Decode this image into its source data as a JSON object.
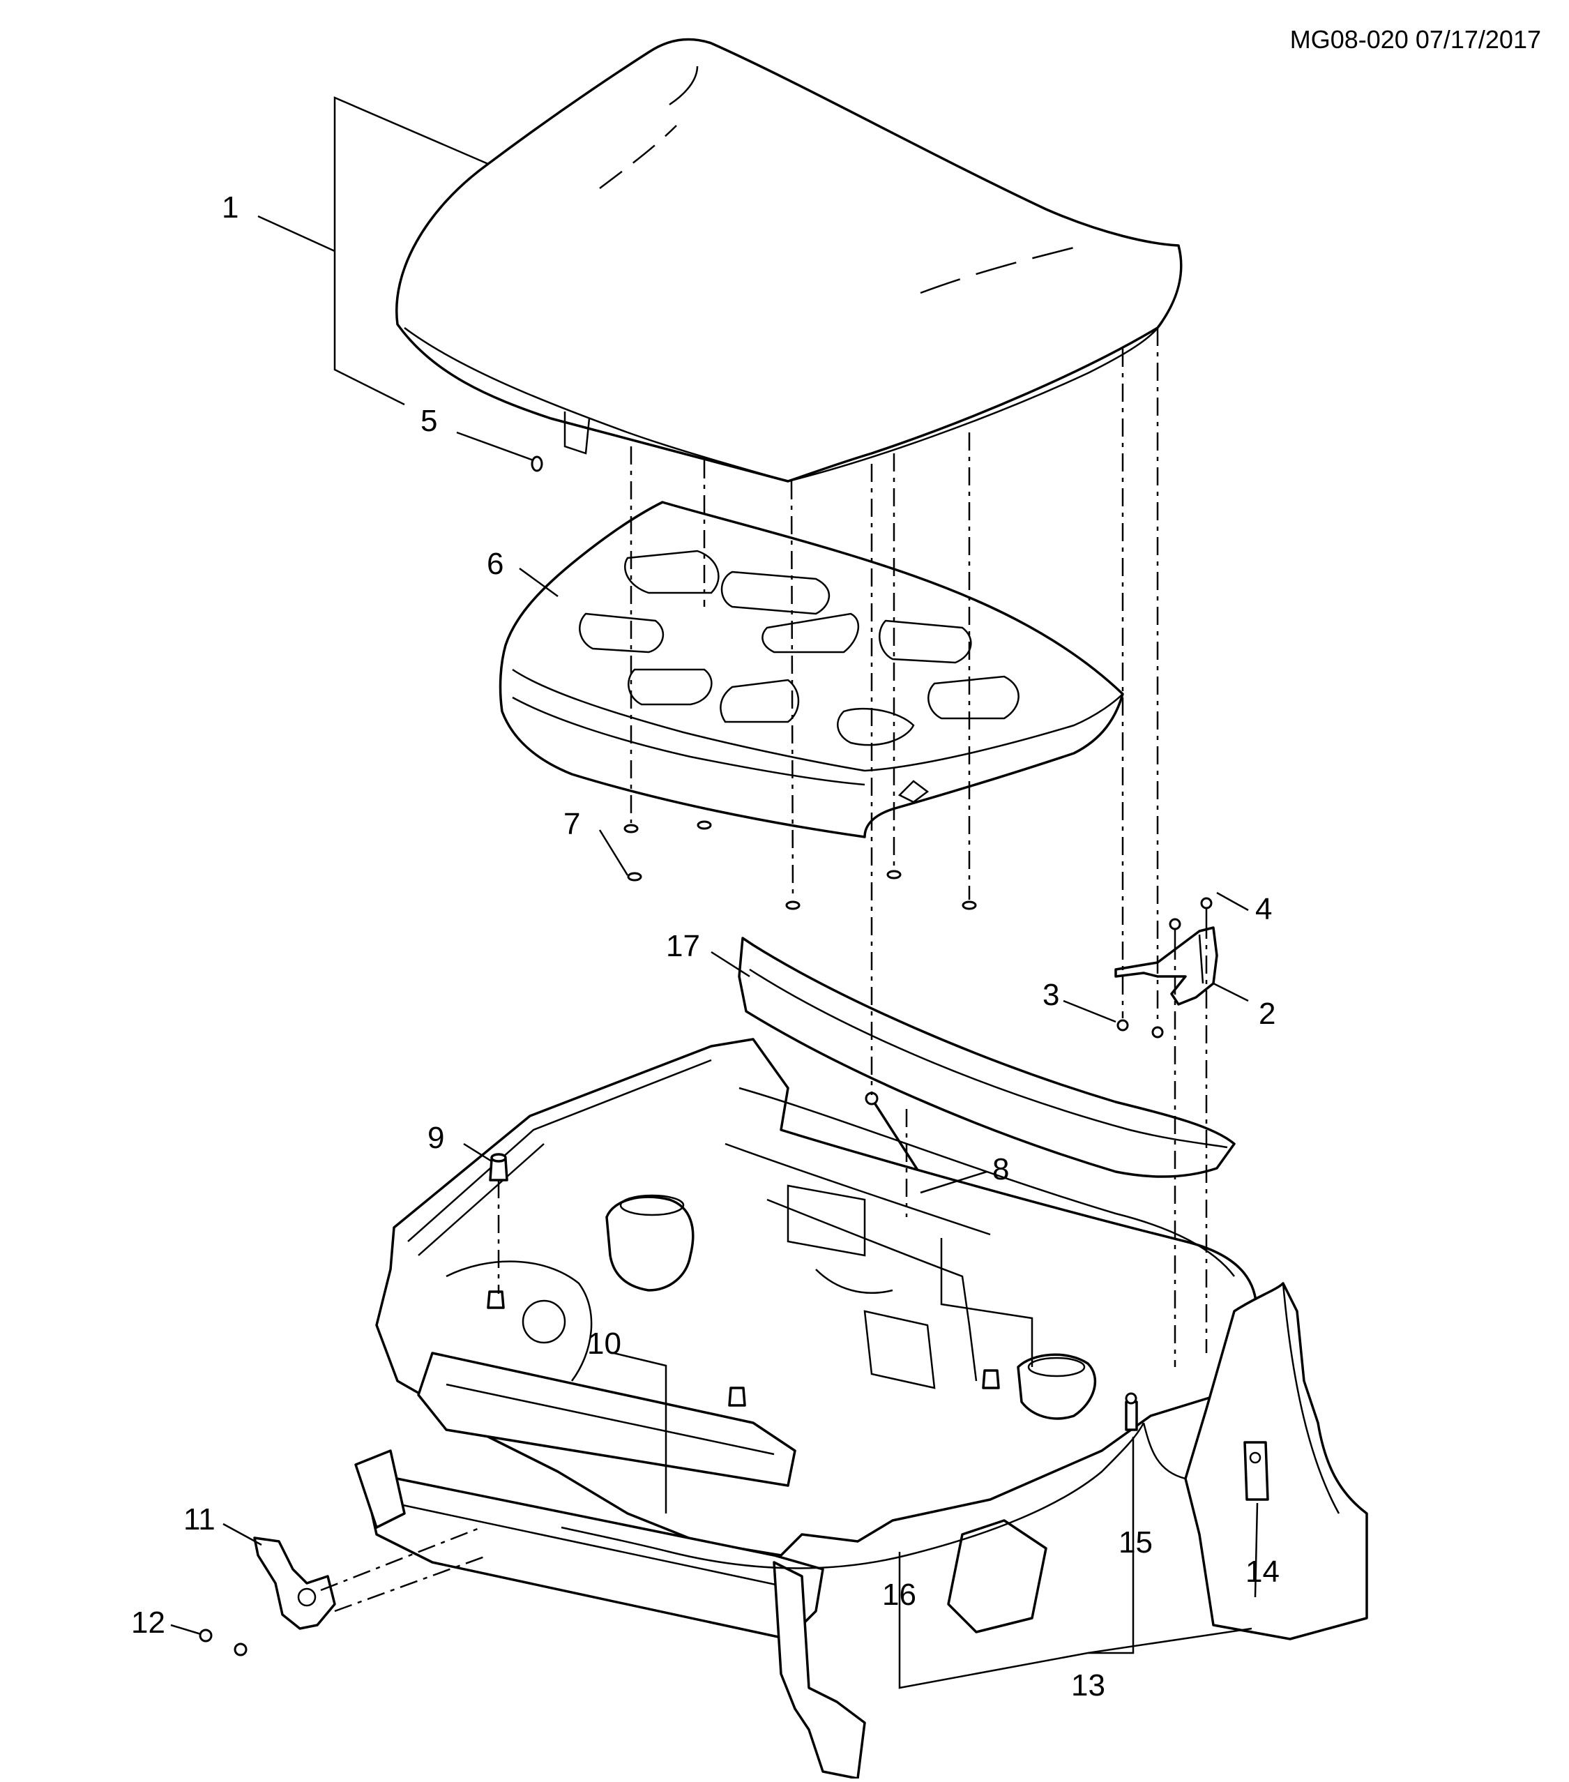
{
  "document_id": "MG08-020 07/17/2017",
  "callouts": [
    {
      "id": "c1",
      "label": "1"
    },
    {
      "id": "c2",
      "label": "2"
    },
    {
      "id": "c3",
      "label": "3"
    },
    {
      "id": "c4",
      "label": "4"
    },
    {
      "id": "c5",
      "label": "5"
    },
    {
      "id": "c6",
      "label": "6"
    },
    {
      "id": "c7",
      "label": "7"
    },
    {
      "id": "c8",
      "label": "8"
    },
    {
      "id": "c9",
      "label": "9"
    },
    {
      "id": "c10",
      "label": "10"
    },
    {
      "id": "c11",
      "label": "11"
    },
    {
      "id": "c12",
      "label": "12"
    },
    {
      "id": "c13",
      "label": "13"
    },
    {
      "id": "c14",
      "label": "14"
    },
    {
      "id": "c15",
      "label": "15"
    },
    {
      "id": "c16",
      "label": "16"
    },
    {
      "id": "c17",
      "label": "17"
    }
  ]
}
